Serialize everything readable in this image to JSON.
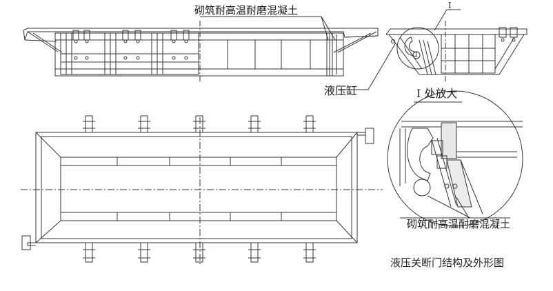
{
  "labels": {
    "refractory_top": "砌筑耐高温耐磨混凝土",
    "marker_i": "I",
    "hydraulic_cylinder": "液压缸",
    "detail_i": "I 处放大",
    "refractory_detail": "砌筑耐高温耐磨混凝土",
    "caption": "液压关断门结构及外形图"
  },
  "colors": {
    "line": "#333333",
    "background": "#ffffff"
  }
}
